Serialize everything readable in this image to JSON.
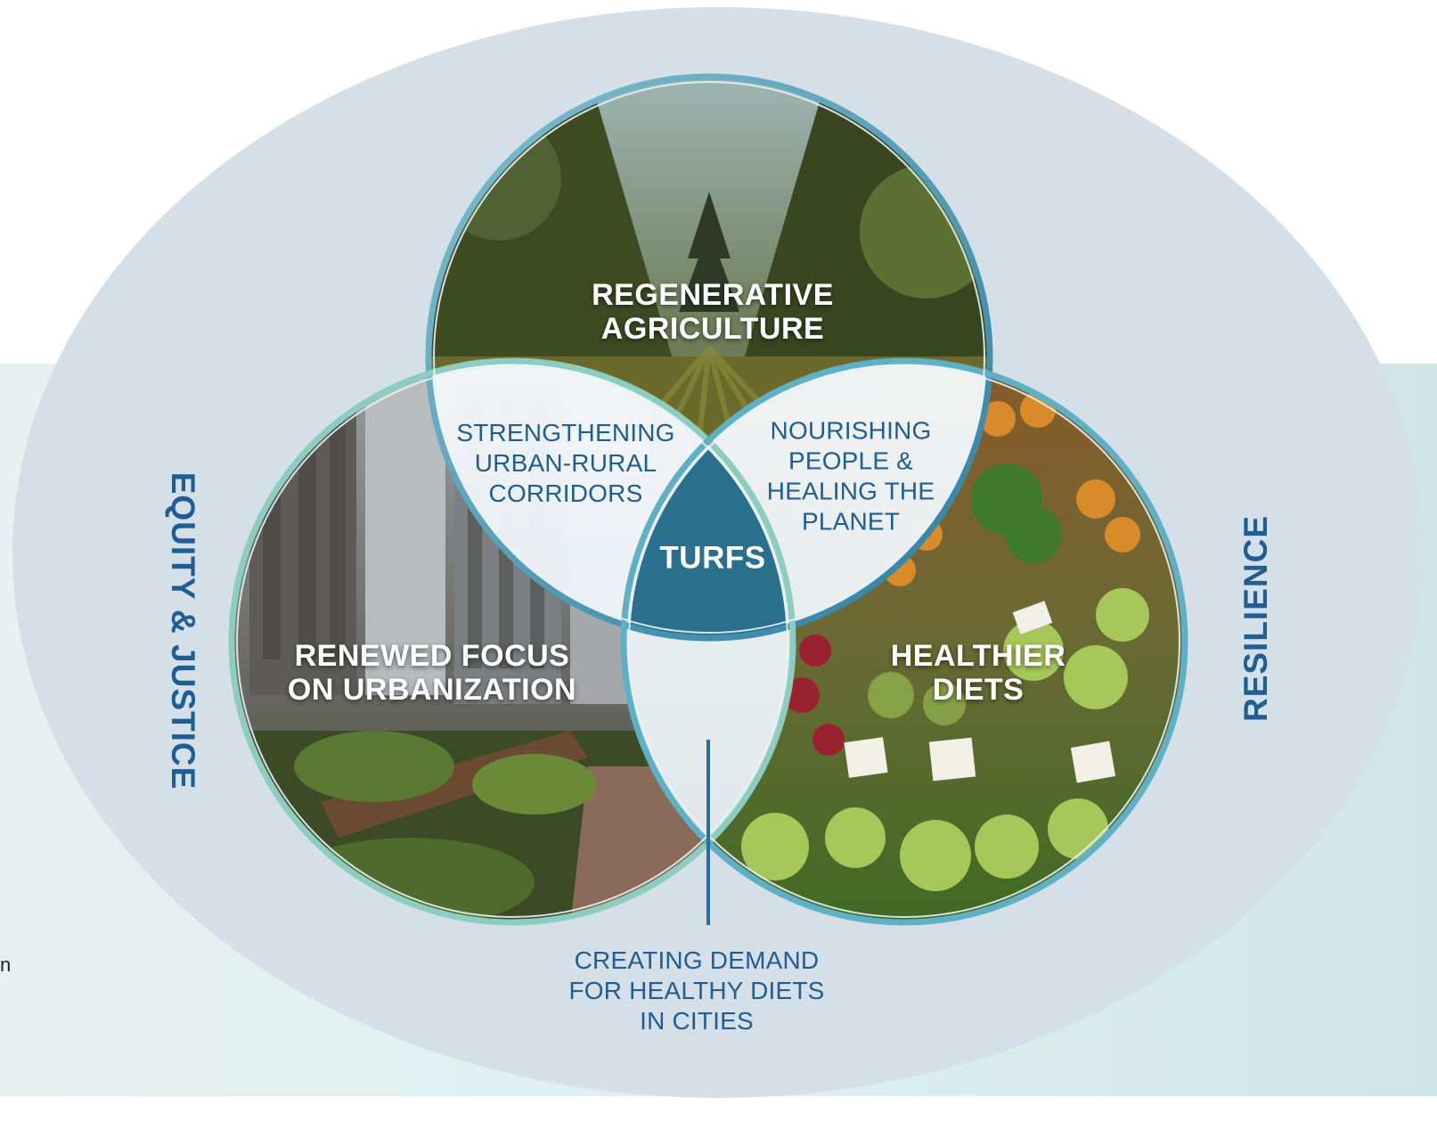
{
  "colors": {
    "accent_blue": "#1f5d92",
    "center_fill": "#2a6f8e",
    "ellipse_fill": "#d4dfe8",
    "band_fill": "#dceeee"
  },
  "circles": {
    "top": {
      "title": "REGENERATIVE\nAGRICULTURE",
      "photo": "tree-lined-field-photo"
    },
    "left": {
      "title": "RENEWED FOCUS\nON URBANIZATION",
      "photo": "urban-rooftop-garden-photo"
    },
    "right": {
      "title": "HEALTHIER\nDIETS",
      "photo": "fresh-produce-market-photo"
    }
  },
  "intersections": {
    "top_left": "STRENGTHENING\nURBAN-RURAL\nCORRIDORS",
    "top_right": "NOURISHING\nPEOPLE &\nHEALING THE\nPLANET",
    "bottom": "CREATING DEMAND\nFOR HEALTHY DIETS\nIN CITIES",
    "center": "TURFS"
  },
  "sides": {
    "left": "EQUITY & JUSTICE",
    "right": "RESILIENCE"
  },
  "stray_text": "n"
}
